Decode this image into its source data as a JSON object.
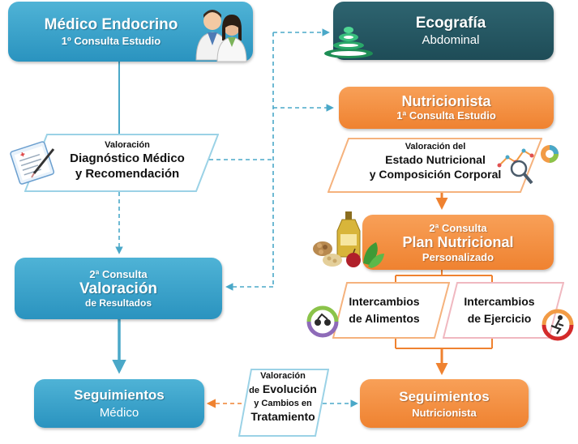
{
  "medico": {
    "title": "Médico Endocrino",
    "subtitle": "1º Consulta Estudio"
  },
  "ecografia": {
    "title": "Ecografía",
    "subtitle": "Abdominal"
  },
  "nutricionista1": {
    "title": "Nutricionista",
    "subtitle": "1ª Consulta Estudio"
  },
  "diagnostico": {
    "line1": "Valoración",
    "line2": "Diagnóstico Médico",
    "line3": "y Recomendación"
  },
  "estado": {
    "line1": "Valoración del",
    "line2": "Estado Nutricional",
    "line3": "y Composición Corporal"
  },
  "plan": {
    "line1": "2ª Consulta",
    "line2": "Plan Nutricional",
    "line3": "Personalizado"
  },
  "valoracion2": {
    "line1": "2ª Consulta",
    "line2": "Valoración",
    "line3": "de Resultados"
  },
  "intercambios_alimentos": {
    "line1": "Intercambios",
    "line2": "de Alimentos"
  },
  "intercambios_ejercicio": {
    "line1": "Intercambios",
    "line2": "de Ejercicio"
  },
  "seg_medico": {
    "title": "Seguimientos",
    "subtitle": "Médico"
  },
  "seg_nutri": {
    "title": "Seguimientos",
    "subtitle": "Nutricionista"
  },
  "evolucion": {
    "line1": "Valoración",
    "line2a": "de",
    "line2b": "Evolución",
    "line3": "y Cambios en",
    "line4": "Tratamiento"
  },
  "colors": {
    "blue": "#2a93bf",
    "teal": "#1e4c57",
    "orange": "#ef8230",
    "line_blue": "#4aa8c8",
    "line_orange": "#ef8230",
    "para_blue_border": "#9bd2e6",
    "para_orange_border": "#f5b27d",
    "para_pink_border": "#f0b8c0"
  },
  "icons": [
    "doctors-icon",
    "ultrasound-icon",
    "clipboard-icon",
    "analytics-icon",
    "food-icon",
    "food-exchange-icon",
    "exercise-exchange-icon"
  ]
}
